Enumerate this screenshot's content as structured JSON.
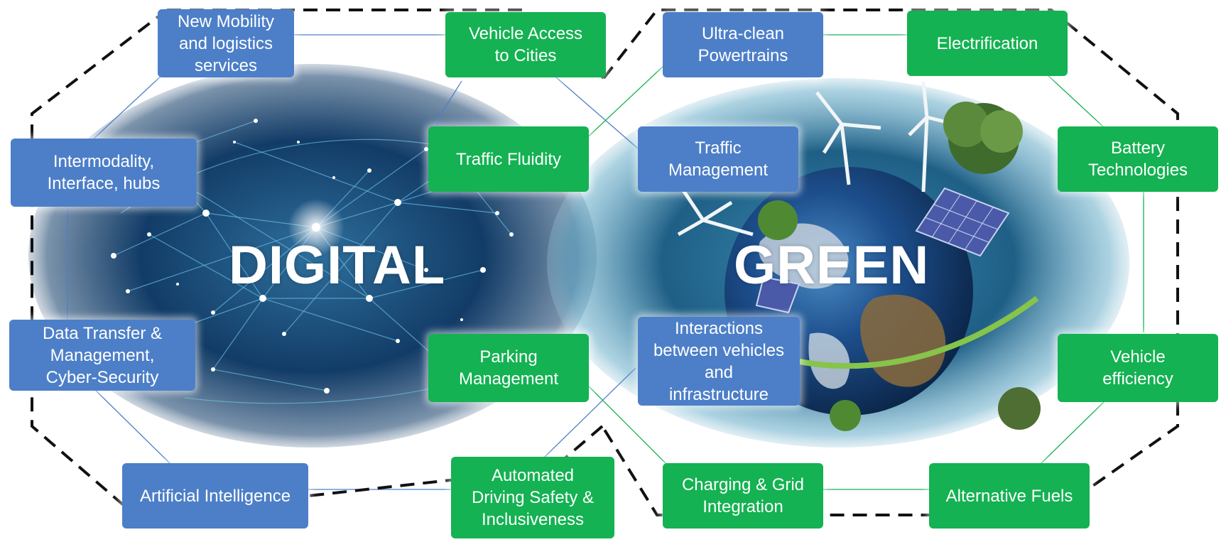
{
  "colors": {
    "box_blue": "#4d7fc8",
    "box_green": "#14b252",
    "connector_blue": "#4d7fc8",
    "connector_green": "#14b252",
    "dashed_border": "#111111",
    "digital_bg": "#0f3a66",
    "green_bg": "#1f5f86"
  },
  "digital": {
    "title": "DIGITAL",
    "boxes": {
      "new_mobility": "New Mobility\nand logistics\nservices",
      "vehicle_access": "Vehicle Access\nto Cities",
      "intermodality": "Intermodality,\nInterface, hubs",
      "traffic_fluidity": "Traffic Fluidity",
      "data_transfer": "Data Transfer &\nManagement,\nCyber-Security",
      "parking": "Parking\nManagement",
      "ai": "Artificial Intelligence",
      "automated_driving": "Automated\nDriving Safety &\nInclusiveness"
    }
  },
  "green": {
    "title": "GREEN",
    "boxes": {
      "ultra_clean": "Ultra-clean\nPowertrains",
      "electrification": "Electrification",
      "traffic_management": "Traffic\nManagement",
      "battery": "Battery\nTechnologies",
      "interactions": "Interactions\nbetween vehicles\nand\ninfrastructure",
      "vehicle_efficiency": "Vehicle\nefficiency",
      "charging": "Charging & Grid\nIntegration",
      "alternative_fuels": "Alternative Fuels"
    }
  }
}
